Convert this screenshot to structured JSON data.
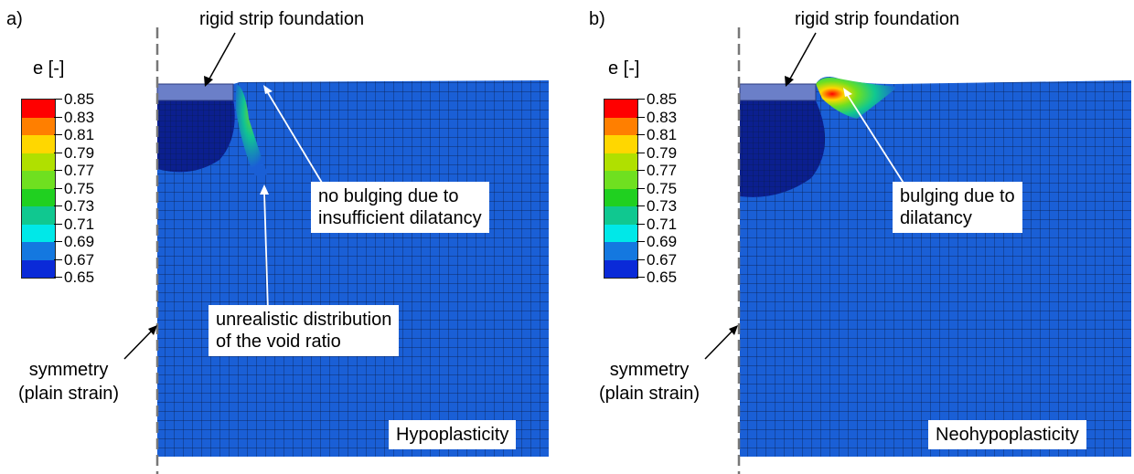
{
  "panels": [
    {
      "id": "a",
      "label": "a)",
      "model": "Hypoplasticity",
      "annotations": {
        "foundation": "rigid strip foundation",
        "bulge_line1": "no bulging due to",
        "bulge_line2": "insufficient dilatancy",
        "void_line1": "unrealistic distribution",
        "void_line2": "of the void ratio",
        "sym_line1": "symmetry",
        "sym_line2": "(plain strain)"
      }
    },
    {
      "id": "b",
      "label": "b)",
      "model": "Neohypoplasticity",
      "annotations": {
        "foundation": "rigid strip foundation",
        "bulge_line1": "bulging due to",
        "bulge_line2": "dilatancy",
        "sym_line1": "symmetry",
        "sym_line2": "(plain strain)"
      }
    }
  ],
  "legend": {
    "title": "e [-]",
    "ticks": [
      "0.85",
      "0.83",
      "0.81",
      "0.79",
      "0.77",
      "0.75",
      "0.73",
      "0.71",
      "0.69",
      "0.67",
      "0.65"
    ],
    "colors": [
      "#ff0000",
      "#ff7f00",
      "#ffd700",
      "#b0e000",
      "#6fe020",
      "#20d020",
      "#10c890",
      "#00e8e8",
      "#1478e0",
      "#0a2ad8"
    ]
  },
  "colors": {
    "mesh_base": "#1a5fd6",
    "dense_zone": "#0b1f8f",
    "foundation": "#6b7fc8",
    "mesh_line": "#0a1a40"
  }
}
